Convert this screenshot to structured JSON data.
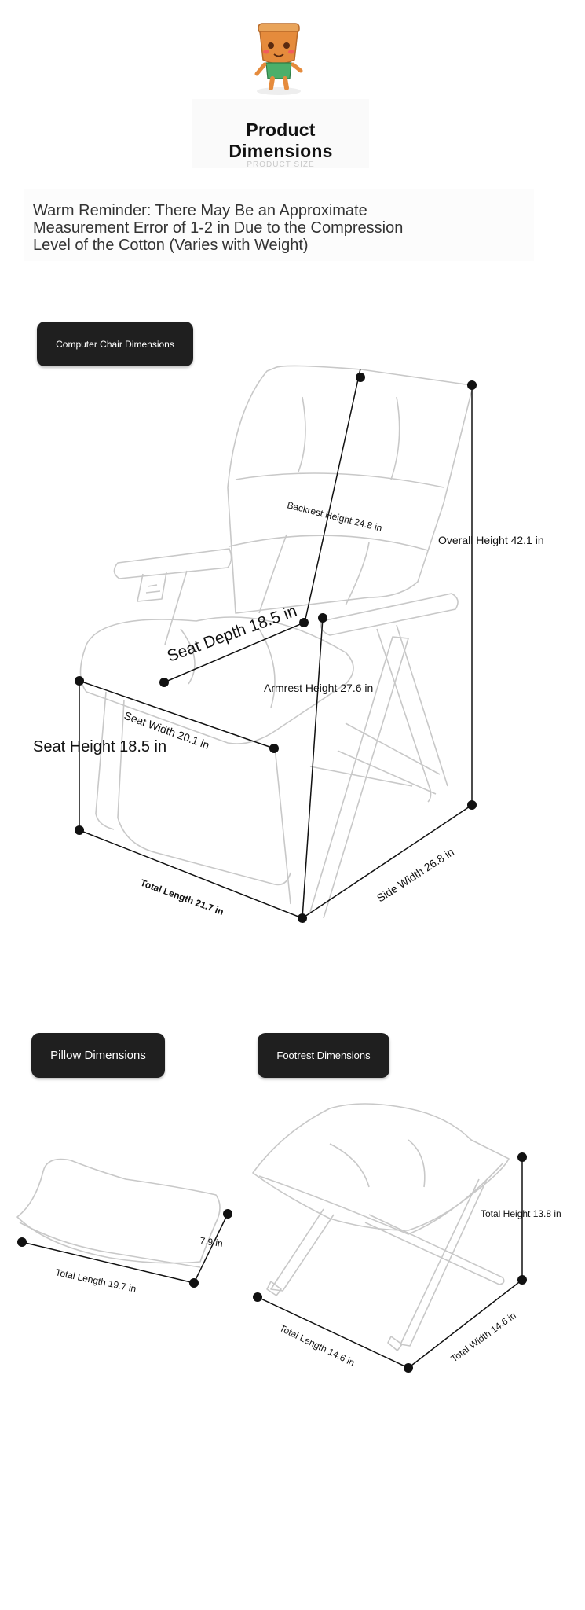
{
  "header": {
    "title": "Product Dimensions",
    "subtitle": "PRODUCT SIZE"
  },
  "reminder": {
    "line1": "Warm Reminder: There May Be an Approximate",
    "line2": "Measurement Error of 1-2 in Due to the Compression",
    "line3": "Level of the Cotton (Varies with Weight)"
  },
  "chair": {
    "section_label": "Computer Chair Dimensions",
    "backrest_height": "Backrest Height 24.8 in",
    "overall_height": "Overall Height 42.1 in",
    "seat_depth": "Seat Depth 18.5 in",
    "armrest_height": "Armrest Height 27.6 in",
    "seat_width": "Seat Width 20.1 in",
    "seat_height": "Seat Height 18.5 in",
    "total_length": "Total Length 21.7 in",
    "side_width": "Side Width 26.8 in"
  },
  "pillow": {
    "section_label": "Pillow Dimensions",
    "height": "7.9 in",
    "total_length": "Total Length 19.7 in"
  },
  "footrest": {
    "section_label": "Footrest Dimensions",
    "total_height": "Total Height 13.8 in",
    "total_length": "Total Length 14.6 in",
    "total_width": "Total Width 14.6 in"
  },
  "colors": {
    "pill_background": "#1f1f1f",
    "outline": "#c8c8c8",
    "dimension_line": "#111111"
  }
}
